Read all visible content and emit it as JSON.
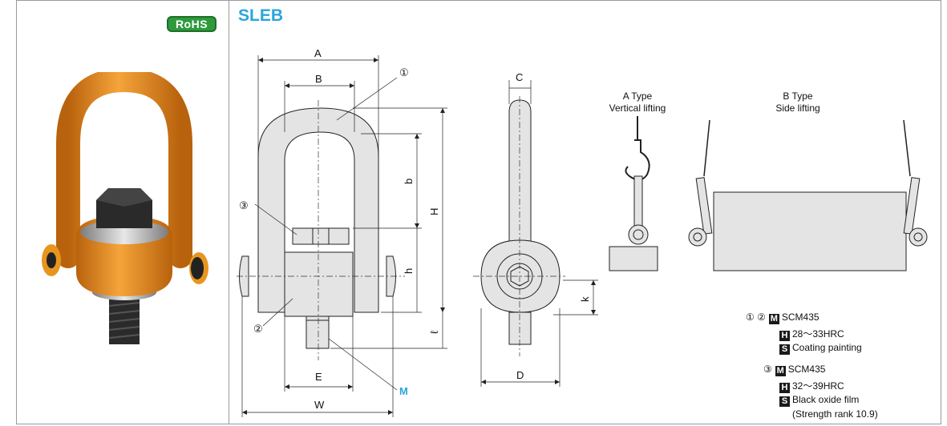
{
  "badge": {
    "rohs": "RoHS"
  },
  "product": {
    "code": "SLEB"
  },
  "dimensions": {
    "A": "A",
    "B": "B",
    "C": "C",
    "b": "b",
    "H": "H",
    "h": "h",
    "k": "k",
    "l": "ℓ",
    "E": "E",
    "D": "D",
    "W": "W",
    "M": "M"
  },
  "callouts": {
    "one": "①",
    "two": "②",
    "three": "③"
  },
  "lifting": {
    "a_type": "A Type",
    "a_desc": "Vertical lifting",
    "b_type": "B Type",
    "b_desc": "Side lifting"
  },
  "specs": {
    "group1": {
      "parts": "① ②",
      "material_code": "M",
      "material": "SCM435",
      "hardness_code": "H",
      "hardness": "28〜33HRC",
      "surface_code": "S",
      "surface": "Coating painting"
    },
    "group2": {
      "parts": "③",
      "material_code": "M",
      "material": "SCM435",
      "hardness_code": "H",
      "hardness": "32〜39HRC",
      "surface_code": "S",
      "surface": "Black oxide film",
      "note": "(Strength rank 10.9)"
    }
  },
  "colors": {
    "title": "#2aa5dd",
    "rohs": "#2e9a3d",
    "shackle": "#e8951f",
    "drawing_fill": "#e4e4e4"
  }
}
